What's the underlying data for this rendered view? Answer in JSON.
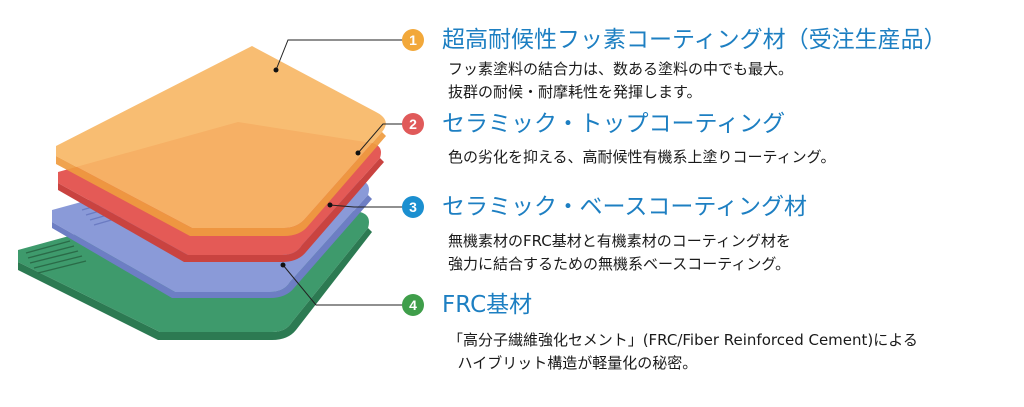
{
  "colors": {
    "title": "#1d7fc2",
    "badge_1": "#f2a83a",
    "badge_2": "#e05a5a",
    "badge_3": "#1b8fd0",
    "badge_4": "#3f9e4a",
    "layer_1": "#f39a3f",
    "layer_2": "#e45a56",
    "layer_3": "#8a9ad8",
    "layer_4": "#3e9a6c"
  },
  "items": [
    {
      "number": "1",
      "title": "超高耐候性フッ素コーティング材（受注生産品）",
      "lines": [
        "フッ素塗料の結合力は、数ある塗料の中でも最大。",
        "抜群の耐候・耐摩耗性を発揮します。"
      ]
    },
    {
      "number": "2",
      "title": "セラミック・トップコーティング",
      "lines": [
        "色の劣化を抑える、高耐候性有機系上塗りコーティング。"
      ]
    },
    {
      "number": "3",
      "title": "セラミック・ベースコーティング材",
      "lines": [
        "無機素材のFRC基材と有機素材のコーティング材を",
        "強力に結合するための無機系ベースコーティング。"
      ]
    },
    {
      "number": "4",
      "title": "FRC基材",
      "lines": [
        "「高分子繊維強化セメント」(FRC/Fiber Reinforced Cement)による",
        "  ハイブリット構造が軽量化の秘密。"
      ]
    }
  ]
}
